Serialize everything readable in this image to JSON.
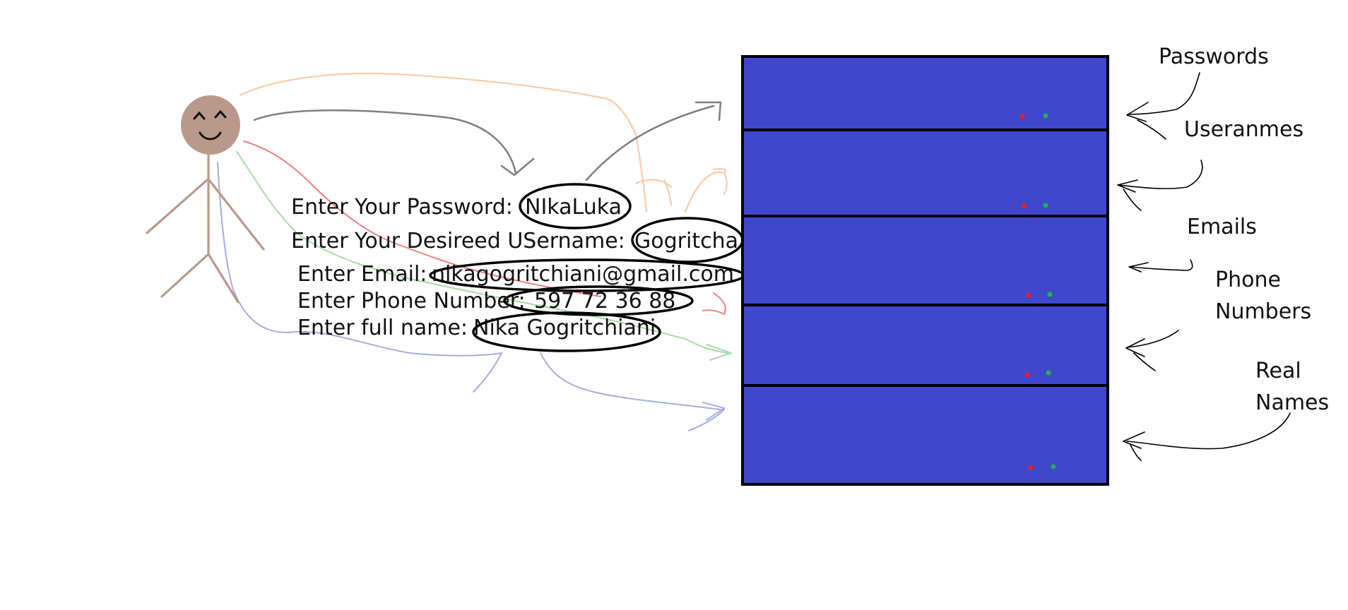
{
  "form": {
    "password_label": "Enter Your Password:",
    "password_value": "NIkaLuka",
    "username_label": "Enter Your Desireed USername:",
    "username_value": "Gogritcha",
    "email_label": "Enter Email:",
    "email_value": "nikagogritchiani@gmail.com",
    "phone_label": "Enter Phone Number:",
    "phone_value": "597 72 36 88",
    "fullname_label": "Enter full name:",
    "fullname_value": "Nika Gogritchiani"
  },
  "labels": {
    "passwords": "Passwords",
    "usernames": "Useranmes",
    "emails": "Emails",
    "phone_line1": "Phone",
    "phone_line2": "Numbers",
    "names_line1": "Real",
    "names_line2": "Names"
  },
  "colors": {
    "server_fill": "#3f48cc",
    "server_stroke": "#000000",
    "led_red": "#ed1c24",
    "led_green": "#22b14c",
    "head": "#b9998a",
    "body": "#b9998a",
    "arrow_orange": "#ffc8a8",
    "arrow_gray": "#7f7f7f",
    "arrow_red": "#f08080",
    "arrow_green": "#a6dba6",
    "arrow_blue": "#a6addf"
  }
}
